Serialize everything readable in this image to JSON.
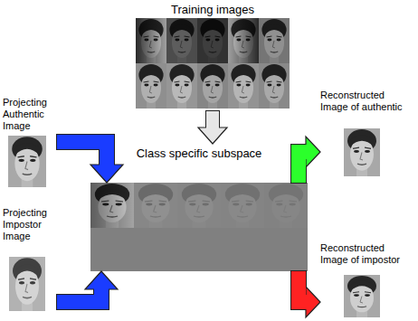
{
  "diagram": {
    "nodes": [
      {
        "text": [
          "Training images"
        ]
      },
      {
        "text": [
          "Projecting Authentic Image"
        ]
      },
      {
        "text": [
          "Reconstructed Image of authentic"
        ]
      },
      {
        "text": [
          "Class specific subspace"
        ]
      },
      {
        "text": [
          "Projecting Impostor Image"
        ]
      },
      {
        "text": [
          "Reconstructed Image of impostor"
        ]
      }
    ],
    "edges": [
      {
        "from": 0,
        "to": 3,
        "arrow": "to"
      },
      {
        "from": 1,
        "to": 3,
        "arrow": "to"
      },
      {
        "from": 3,
        "to": 2,
        "arrow": "to"
      },
      {
        "from": 4,
        "to": 3,
        "arrow": "to"
      },
      {
        "from": 3,
        "to": 5,
        "arrow": "to"
      }
    ]
  }
}
